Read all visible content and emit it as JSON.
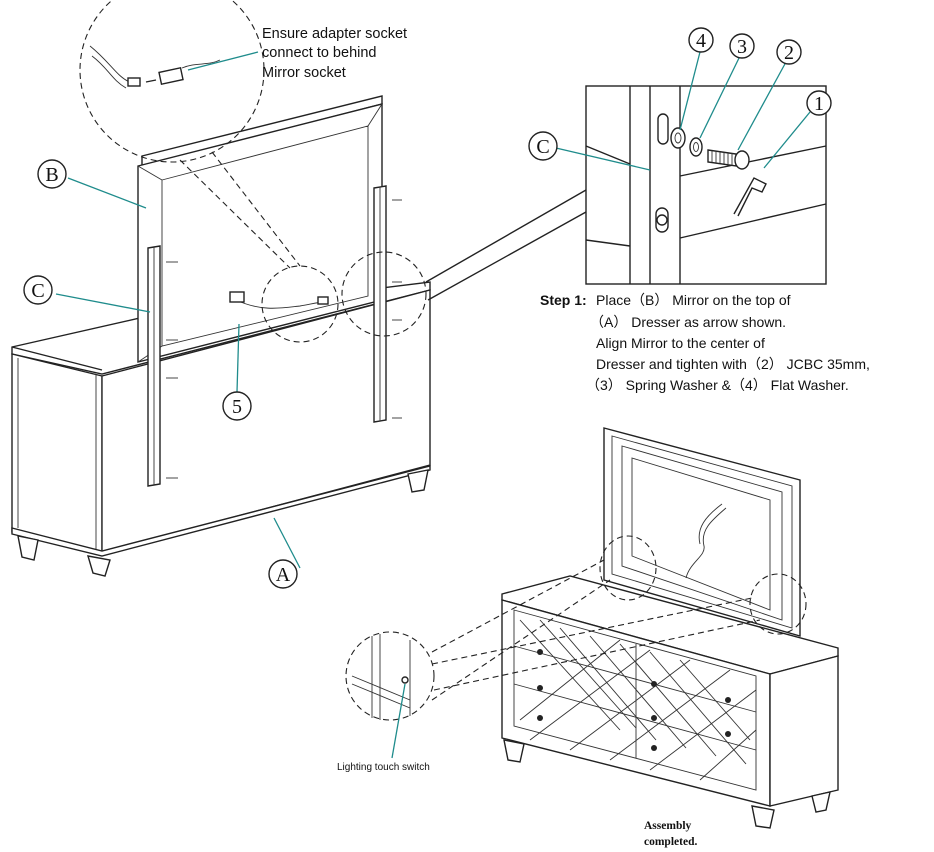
{
  "adapter_note": {
    "line1": "Ensure adapter socket",
    "line2": "connect to behind",
    "line3": "Mirror socket"
  },
  "callouts": {
    "A": "A",
    "B": "B",
    "C_left": "C",
    "C_detail": "C",
    "n1": "1",
    "n2": "2",
    "n3": "3",
    "n4": "4",
    "n5": "5"
  },
  "step1": {
    "label": "Step 1:",
    "line1": "Place（B） Mirror on the top of",
    "line2": "（A） Dresser as arrow shown.",
    "line3": "Align Mirror to the center of",
    "line4": "Dresser and tighten with（2） JCBC 35mm,",
    "line5": "（3） Spring Washer &（4） Flat Washer."
  },
  "switch_label": "Lighting touch switch",
  "completed": {
    "line1": "Assembly",
    "line2": "completed."
  },
  "colors": {
    "line": "#222222",
    "leader": "#1f8c8c",
    "background": "#ffffff"
  }
}
